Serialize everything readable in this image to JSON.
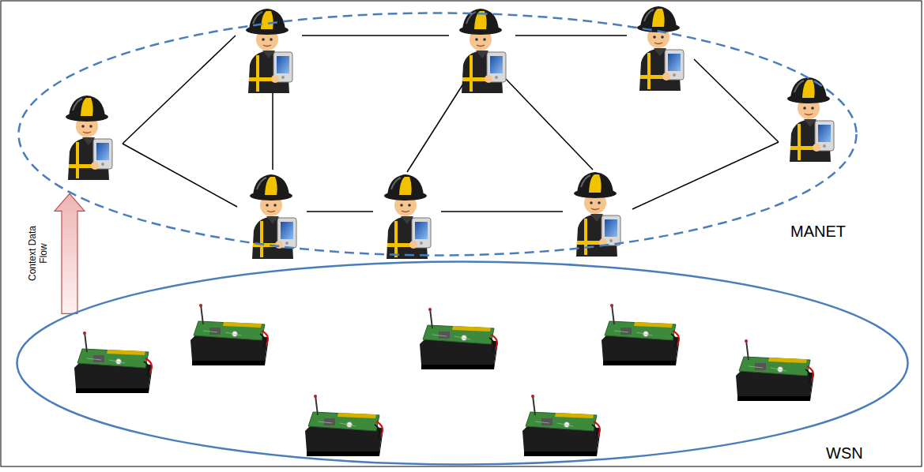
{
  "diagram": {
    "nodes": [
      {
        "text": [
          "MANET"
        ]
      },
      {
        "text": [
          "WSN"
        ]
      }
    ],
    "edges": [
      {
        "from": 1,
        "to": 0,
        "arrow": "to",
        "label": "Context Data Flow"
      }
    ]
  }
}
